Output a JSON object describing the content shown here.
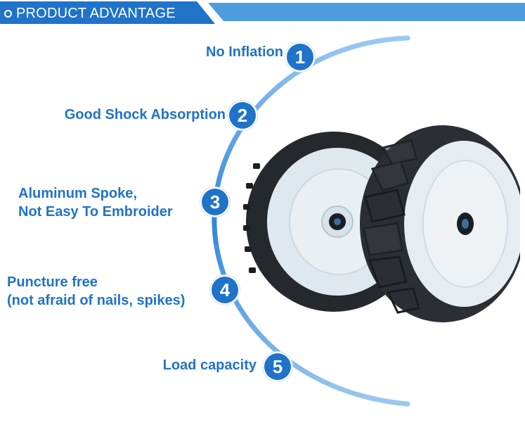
{
  "banner": {
    "title": "PRODUCT ADVANTAGE",
    "primary_color": "#1f73c9",
    "secondary_color": "#4f9be0"
  },
  "features": [
    {
      "number": "1",
      "lines": [
        "No Inflation"
      ]
    },
    {
      "number": "2",
      "lines": [
        "Good Shock Absorption"
      ]
    },
    {
      "number": "3",
      "lines": [
        "Aluminum Spoke,",
        "Not Easy To Embroider"
      ]
    },
    {
      "number": "4",
      "lines": [
        "Puncture free",
        "(not afraid of nails, spikes)"
      ]
    },
    {
      "number": "5",
      "lines": [
        "Load capacity"
      ]
    }
  ],
  "product_image": {
    "subject": "two solid rubber wheels with white rims",
    "colors": {
      "tire": "#2a2d33",
      "rim": "#e8eef2"
    }
  }
}
